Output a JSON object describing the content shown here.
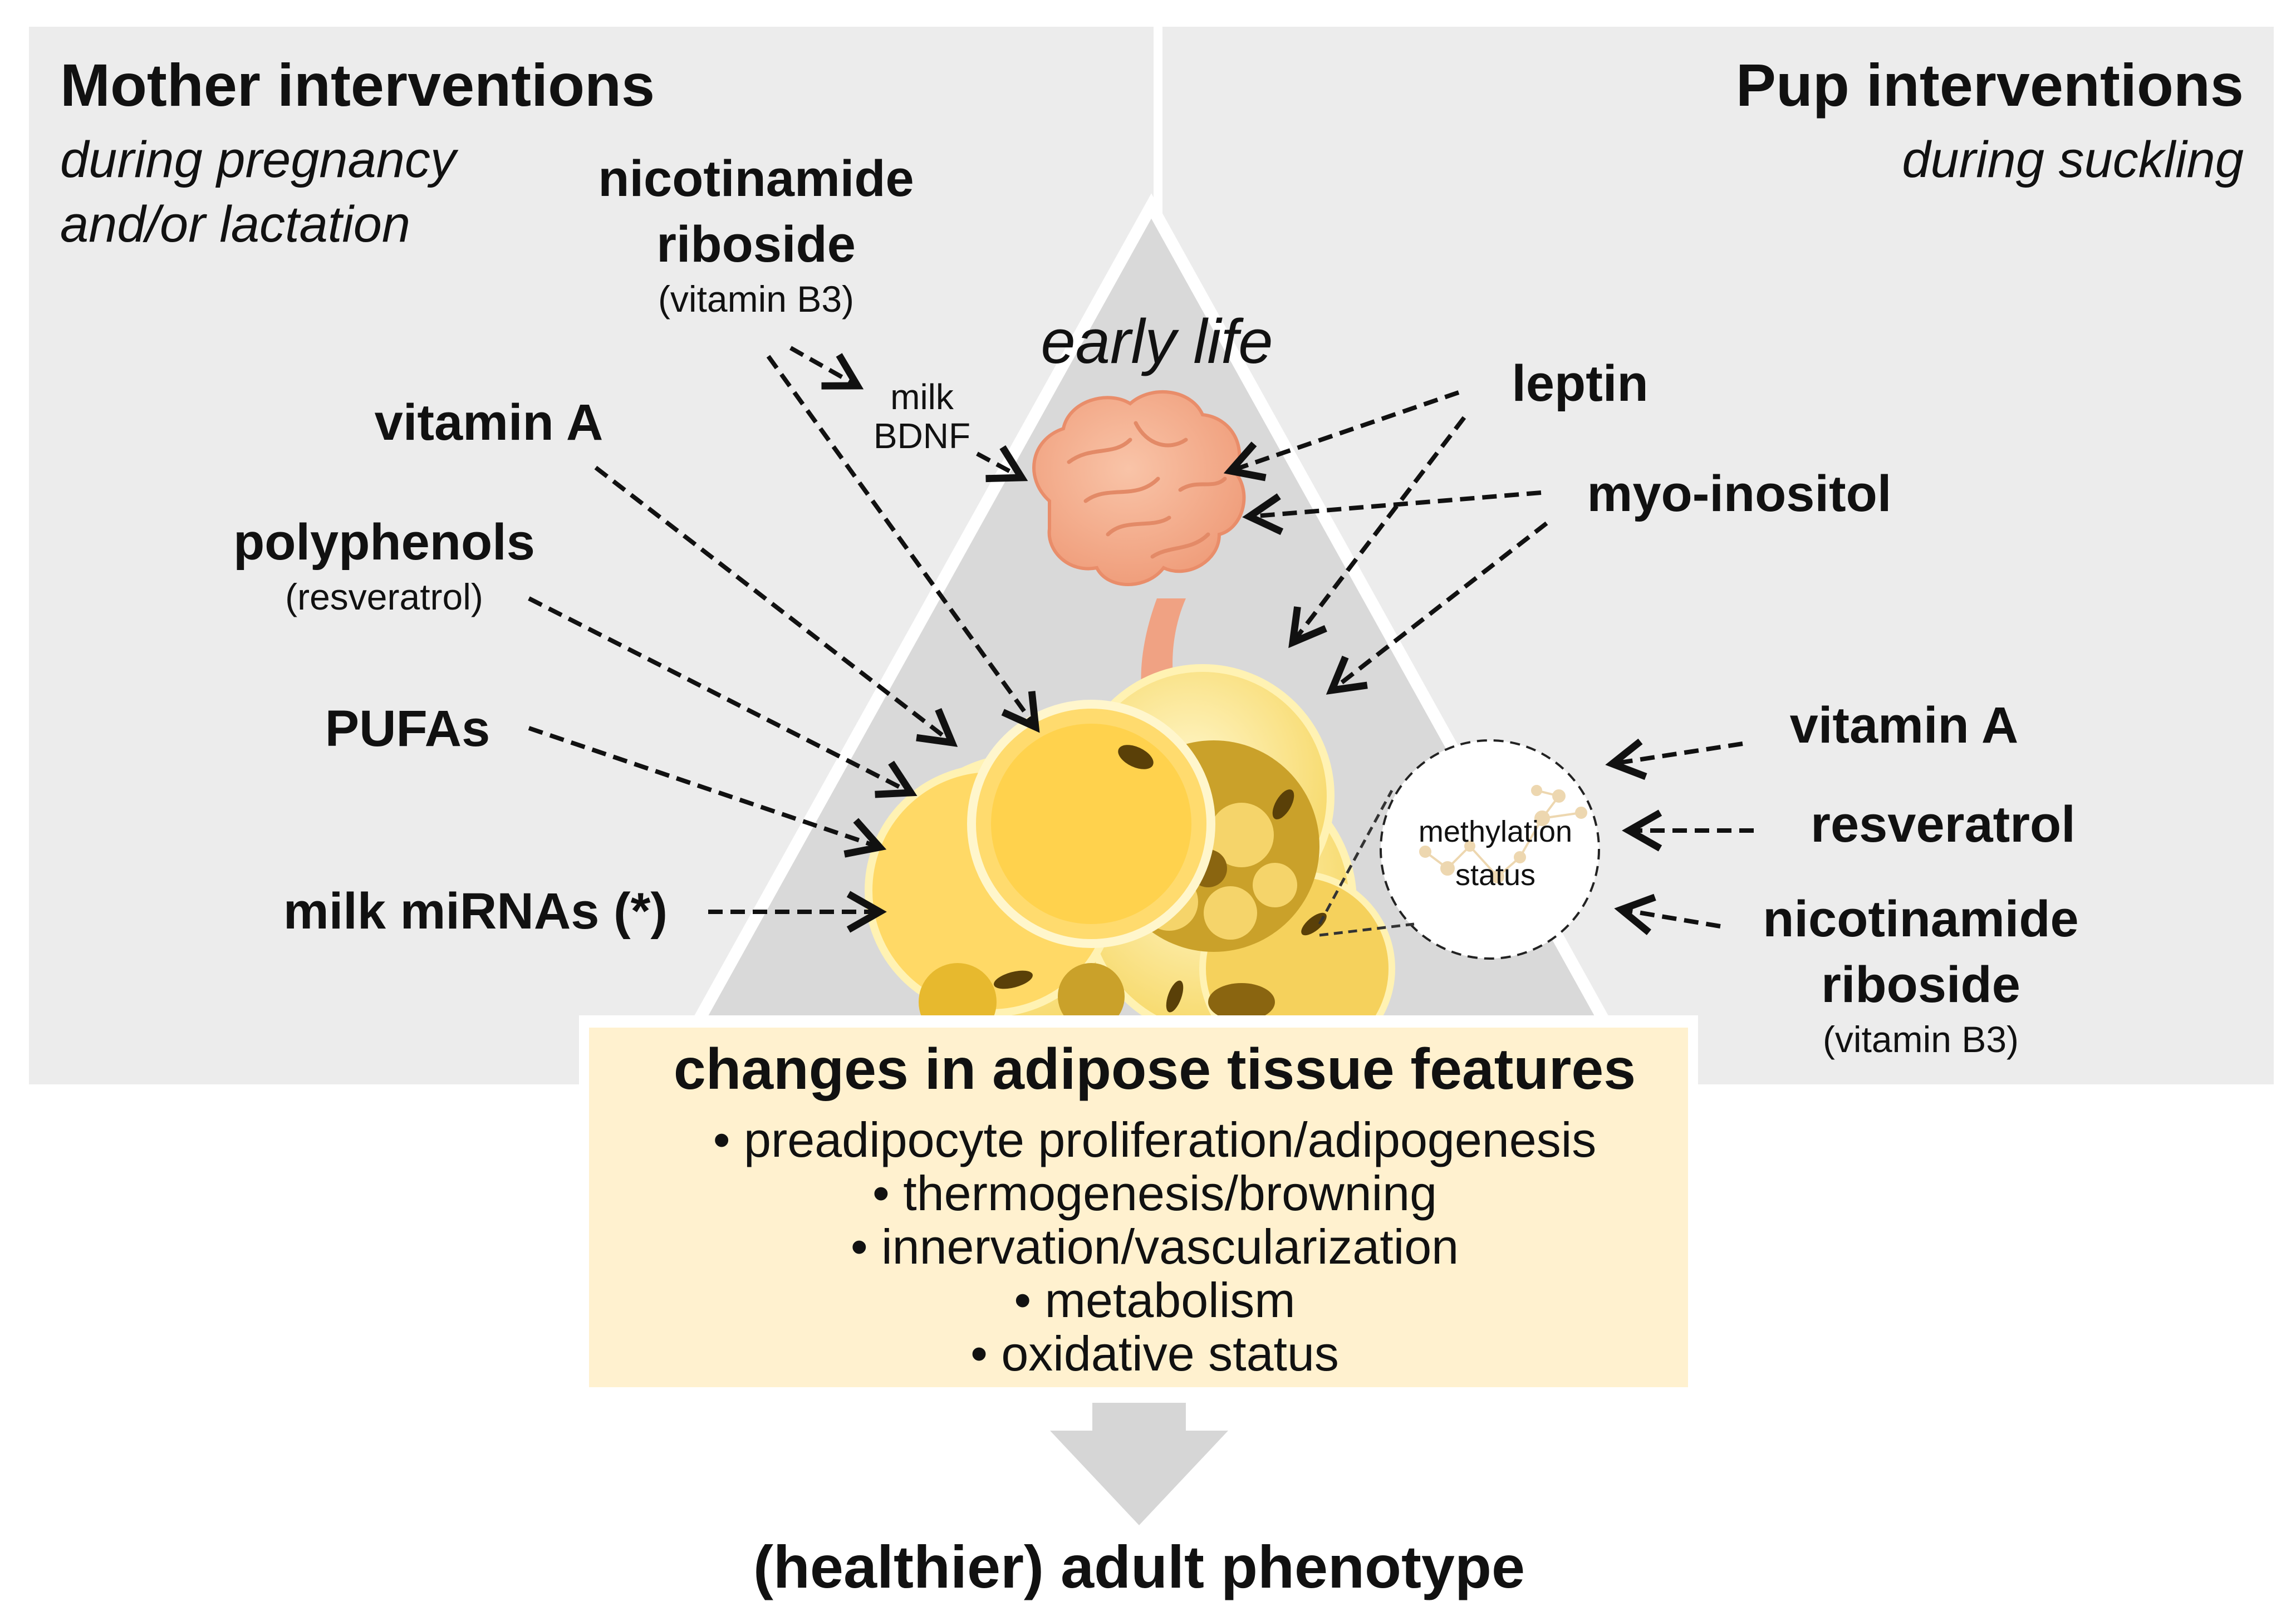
{
  "mother_panel": {
    "title": "Mother interventions",
    "subtitle_line1": "during pregnancy",
    "subtitle_line2": "and/or lactation",
    "interventions": {
      "nicotinamide_line1": "nicotinamide",
      "nicotinamide_line2": "riboside",
      "nicotinamide_note": "(vitamin B3)",
      "vitamin_a": "vitamin A",
      "polyphenols": "polyphenols",
      "polyphenols_note": "(resveratrol)",
      "pufas": "PUFAs",
      "milk_mirnas": "milk miRNAs (*)"
    },
    "milk_bdnf_line1": "milk",
    "milk_bdnf_line2": "BDNF"
  },
  "pup_panel": {
    "title": "Pup interventions",
    "subtitle": "during suckling",
    "interventions": {
      "leptin": "leptin",
      "myo_inositol": "myo-inositol",
      "vitamin_a": "vitamin A",
      "resveratrol": "resveratrol",
      "nicotinamide_line1": "nicotinamide",
      "nicotinamide_line2": "riboside",
      "nicotinamide_note": "(vitamin B3)"
    }
  },
  "triangle": {
    "label": "early life"
  },
  "methylation": {
    "line1": "methylation",
    "line2": "status"
  },
  "features_box": {
    "title": "changes in adipose tissue features",
    "items": [
      "preadipocyte  proliferation/adipogenesis",
      "thermogenesis/browning",
      "innervation/vascularization",
      "metabolism",
      "oxidative  status"
    ]
  },
  "outcome": "(healthier) adult phenotype",
  "colors": {
    "panel_bg": "#ececec",
    "triangle": "#d9d9d9",
    "box_bg": "#fff1cf",
    "brain": "#f2a98a",
    "cell_yellow": "#ffd966",
    "cell_dark": "#b8860b",
    "arrow_gray": "#d6d6d6"
  }
}
